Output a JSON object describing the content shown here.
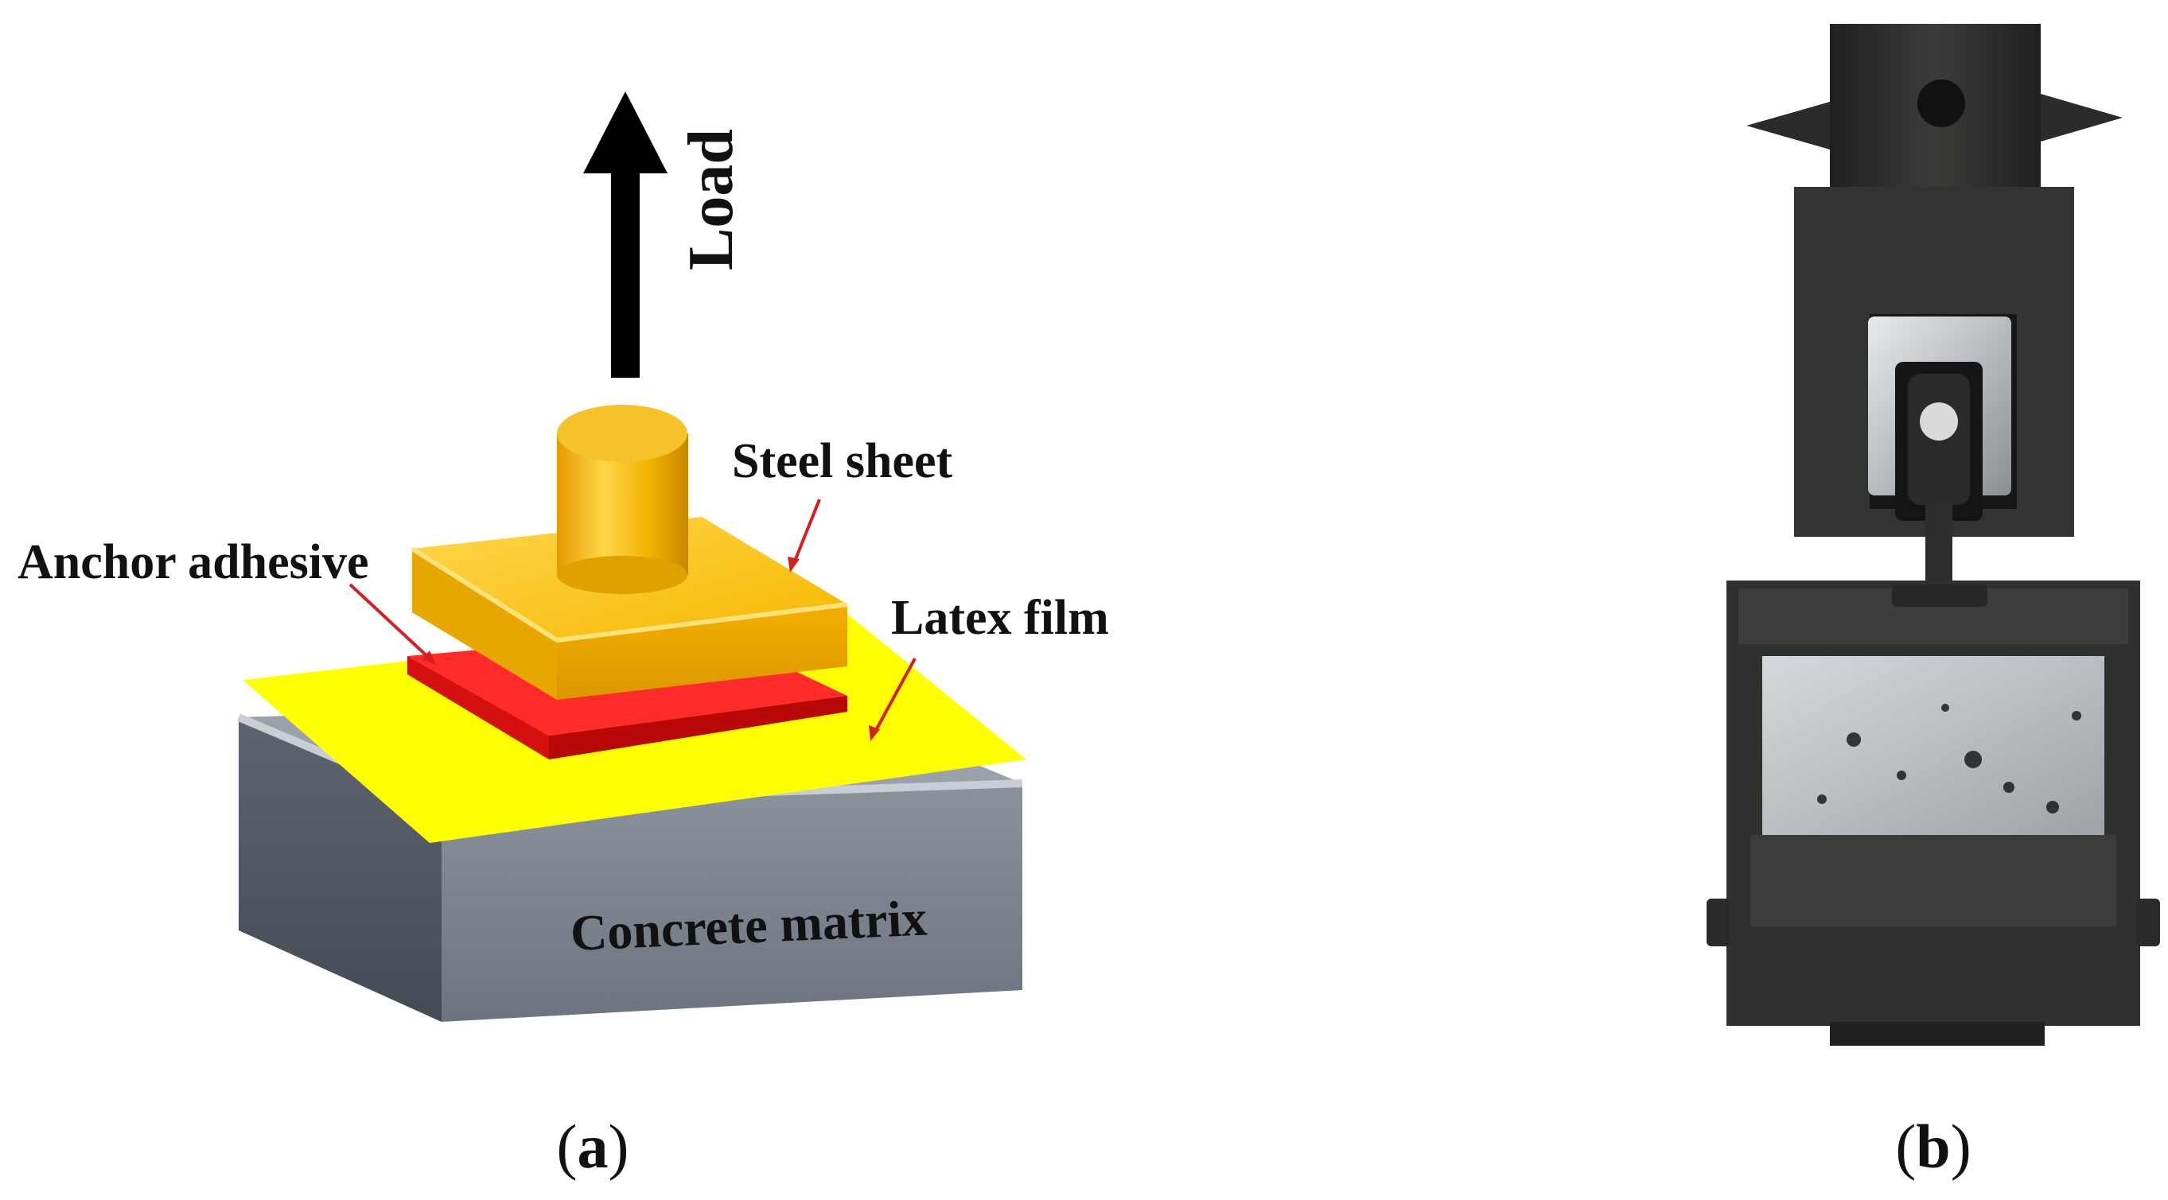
{
  "panel_a": {
    "load_label": "Load",
    "steel_sheet_label": "Steel sheet",
    "anchor_adhesive_label": "Anchor adhesive",
    "latex_film_label": "Latex film",
    "concrete_matrix_label": "Concrete matrix",
    "caption_open": "(",
    "caption_letter": "a",
    "caption_close": ")"
  },
  "panel_b": {
    "caption_open": "(",
    "caption_letter": "b",
    "caption_close": ")"
  },
  "colors": {
    "steel": "#f2b600",
    "steel_light": "#ffd24a",
    "adhesive": "#e01010",
    "latex": "#ffff00",
    "concrete": "#6e7682",
    "grip_metal": "#2e302e",
    "arrow": "#000000"
  }
}
